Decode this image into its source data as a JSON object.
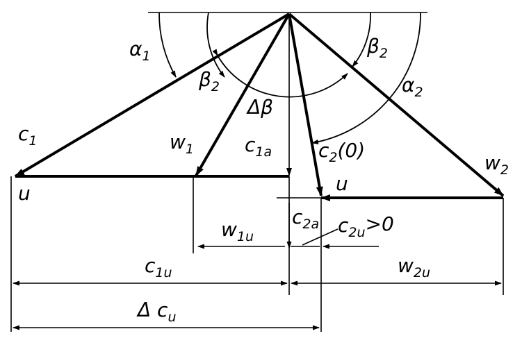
{
  "labels": {
    "c1": {
      "main": "c",
      "sub": "1"
    },
    "u_left": "u",
    "w1": {
      "main": "w",
      "sub": "1"
    },
    "c1a": {
      "main": "c",
      "sub": "1a"
    },
    "c2_0": {
      "main": "c",
      "sub": "2",
      "tail": "(0)"
    },
    "u_right": "u",
    "w2": {
      "main": "w",
      "sub": "2"
    },
    "alpha1": {
      "main": "α",
      "sub": "1"
    },
    "beta2_left": {
      "main": "β",
      "sub": "2"
    },
    "delta_beta": "Δβ",
    "beta2_right": {
      "main": "β",
      "sub": "2"
    },
    "alpha2": {
      "main": "α",
      "sub": "2"
    },
    "c2a": {
      "main": "c",
      "sub": "2a"
    },
    "w1u": {
      "main": "w",
      "sub": "1u"
    },
    "c2u": {
      "main": "c",
      "sub": "2u",
      "tail": ">0"
    },
    "c1u": {
      "main": "c",
      "sub": "1u"
    },
    "w2u": {
      "main": "w",
      "sub": "2u"
    },
    "delta_cu": {
      "main": "Δ c",
      "sub": "u"
    }
  }
}
